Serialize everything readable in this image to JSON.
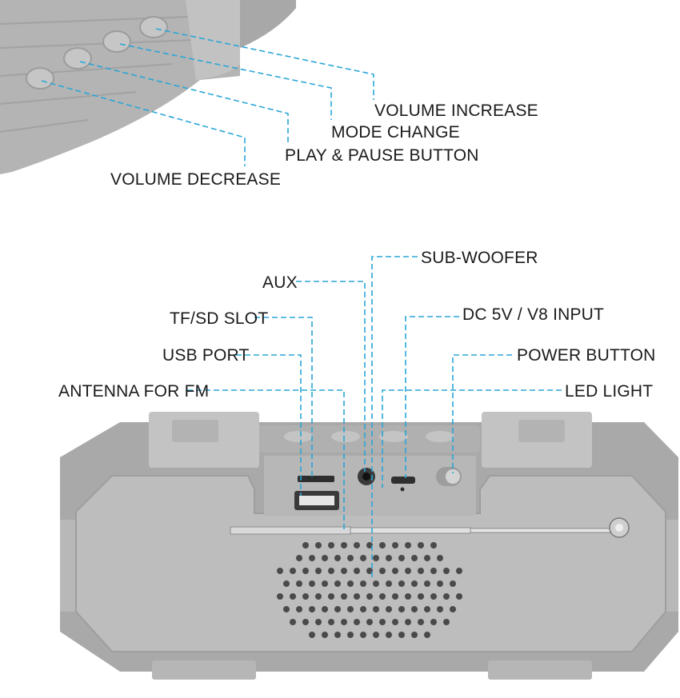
{
  "top_view": {
    "labels": {
      "volume_increase": "VOLUME INCREASE",
      "mode_change": "MODE CHANGE",
      "play_pause": "PLAY & PAUSE BUTTON",
      "volume_decrease": "VOLUME DECREASE"
    }
  },
  "back_panel": {
    "labels": {
      "sub_woofer": "SUB-WOOFER",
      "aux": "AUX",
      "dc_input": "DC 5V / V8 INPUT",
      "tf_sd_slot": "TF/SD SLOT",
      "usb_port": "USB PORT",
      "power_button": "POWER BUTTON",
      "antenna_fm": "ANTENNA FOR FM",
      "led_light": "LED LIGHT"
    }
  },
  "colors": {
    "leader_line": "#2aa6d6",
    "speaker_body": "#b4b4b4",
    "label_text": "#1a1a1a"
  }
}
